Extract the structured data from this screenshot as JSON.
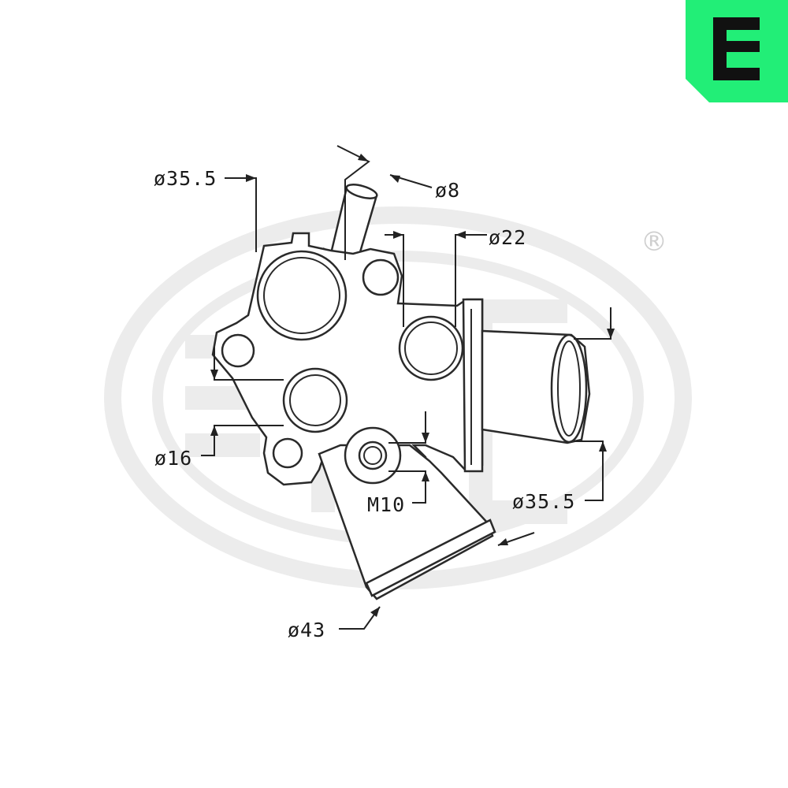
{
  "brand": {
    "logo_letter": "E",
    "logo_color": "#22ee77",
    "registered_mark": "®",
    "watermark_color": "#ececec"
  },
  "dimensions": {
    "top_left_diameter": "ø35.5",
    "nipple_diameter": "ø8",
    "center_diameter": "ø22",
    "left_port_diameter": "ø16",
    "stud_thread": "M10",
    "right_outlet_diameter": "ø35.5",
    "bottom_outlet_diameter": "ø43"
  }
}
